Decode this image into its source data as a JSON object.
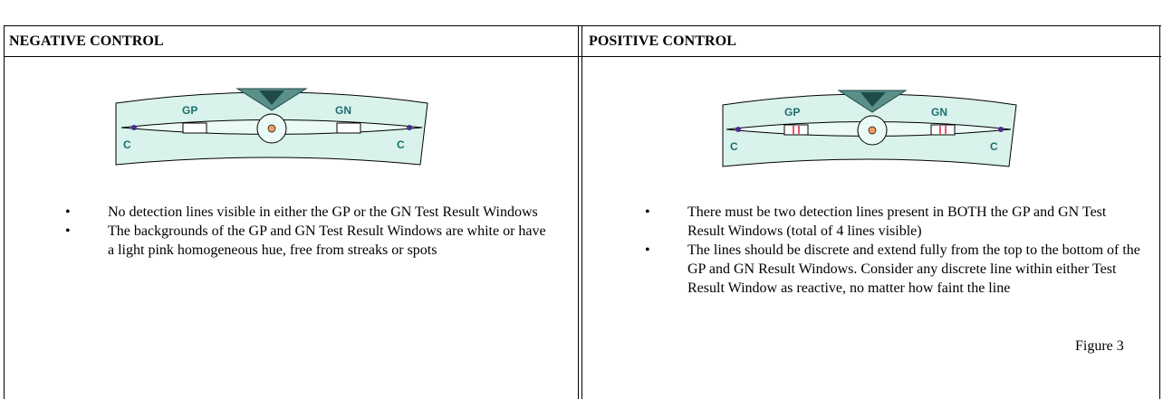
{
  "negative": {
    "title": "NEGATIVE CONTROL",
    "device": {
      "left_label": "GP",
      "right_label": "GN",
      "control_label": "C",
      "detection_lines_per_window": 0
    },
    "bullets": [
      "No detection lines visible in either the GP or the GN Test Result Windows",
      "The backgrounds of the GP and GN Test Result Windows are white or have a light pink homogeneous hue, free from streaks or spots"
    ]
  },
  "positive": {
    "title": "POSITIVE CONTROL",
    "device": {
      "left_label": "GP",
      "right_label": "GN",
      "control_label": "C",
      "detection_lines_per_window": 2
    },
    "bullets": [
      "There must be two detection lines present in BOTH the GP and GN Test Result Windows (total of 4 lines visible)",
      "The lines should be discrete and extend fully from the top to the bottom of the GP and GN Result Windows.  Consider any discrete line within either Test Result Window as reactive, no matter how faint the line"
    ]
  },
  "figure_label": "Figure 3",
  "colors": {
    "device_fill": "#d9f2ec",
    "label_teal": "#1e6e6e",
    "dial_dark": "#1f4a4a",
    "dial_fill": "#5a8f8a",
    "dot_purple": "#4b2d8f",
    "center_dot": "#f0a060",
    "detection_line": "#e05a6a"
  }
}
